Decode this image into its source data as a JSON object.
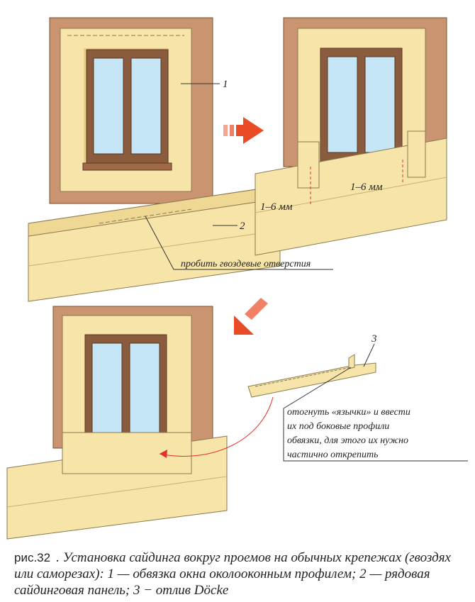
{
  "labels": {
    "one": "1",
    "two": "2",
    "three": "3",
    "gap_left": "1–6 мм",
    "gap_right": "1–6 мм"
  },
  "notes": {
    "nail_holes": "пробить гвоздевые отверстия",
    "tabs": [
      "отогнуть «язычки» и ввести",
      "их под боковые профили",
      "обвязки, для этого их нужно",
      "частично открепить"
    ]
  },
  "caption": {
    "figure": "рис.32",
    "text": ". Установка сайдинга вокруг проемов на обычных крепежах (гвоздях или саморезах): 1 — обвязка окна околооконным профилем; 2 — рядовая сайдинговая панель; 3 − отлив Döcke"
  },
  "colors": {
    "wall": "#c9946f",
    "trim": "#f7e4a9",
    "frame": "#8a5b3d",
    "glass": "#c4e6f6",
    "arrow": "#ea4b27"
  }
}
